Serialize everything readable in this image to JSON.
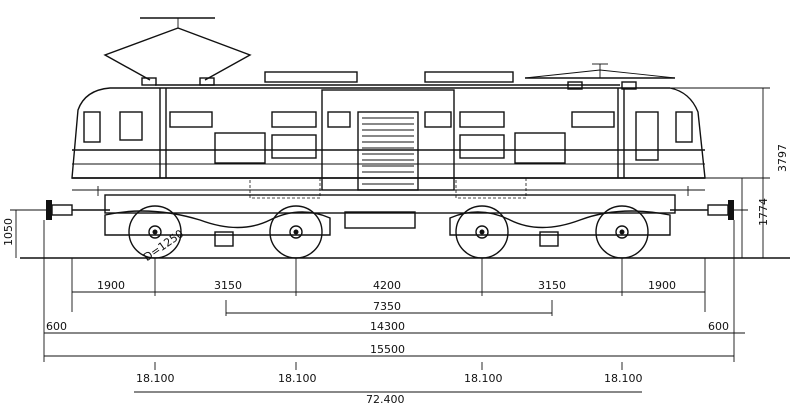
{
  "dimensions": {
    "bottom_row": [
      "1900",
      "3150",
      "4200",
      "3150",
      "1900"
    ],
    "bogie_centers": "7350",
    "over_buffers_inner": "14300",
    "overhang_left": "600",
    "overhang_right": "600",
    "total_length": "15500",
    "axle_loads": [
      "18.100",
      "18.100",
      "18.100",
      "18.100"
    ],
    "total_weight": "72.400",
    "height_total": "3797",
    "height_platform": "1774",
    "buffer_height": "1050",
    "wheel_diameter": "D=1250"
  }
}
